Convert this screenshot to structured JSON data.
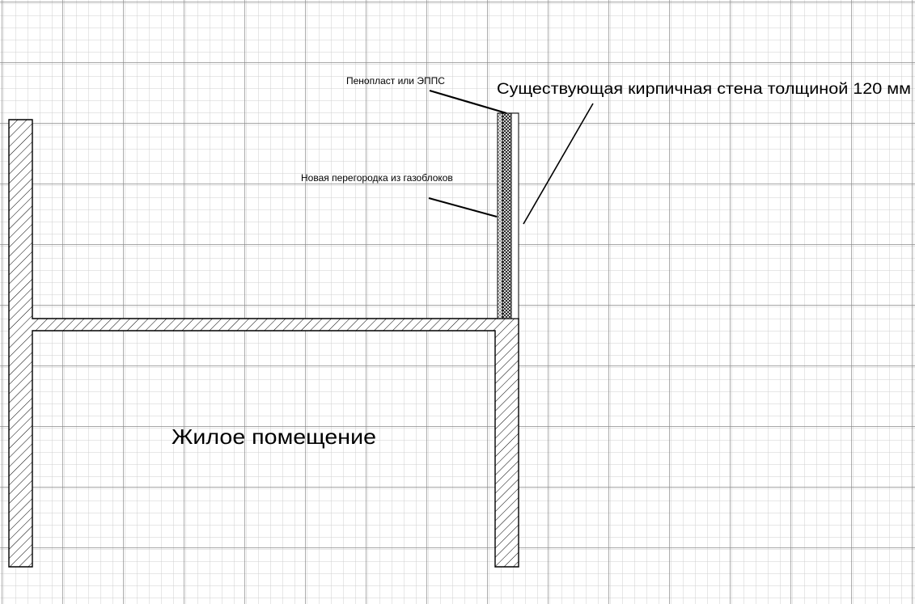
{
  "labels": {
    "insulation": "Пенопласт или ЭППС",
    "existing_wall": "Существующая кирпичная стена толщиной 120 мм",
    "new_partition": "Новая перегородка из газоблоков",
    "room": "Жилое помещение"
  },
  "colors": {
    "background": "#ffffff",
    "grid_minor": "#c8c8c8",
    "grid_major": "#8c8c8c",
    "outline": "#000000",
    "hatch": "#000000"
  }
}
